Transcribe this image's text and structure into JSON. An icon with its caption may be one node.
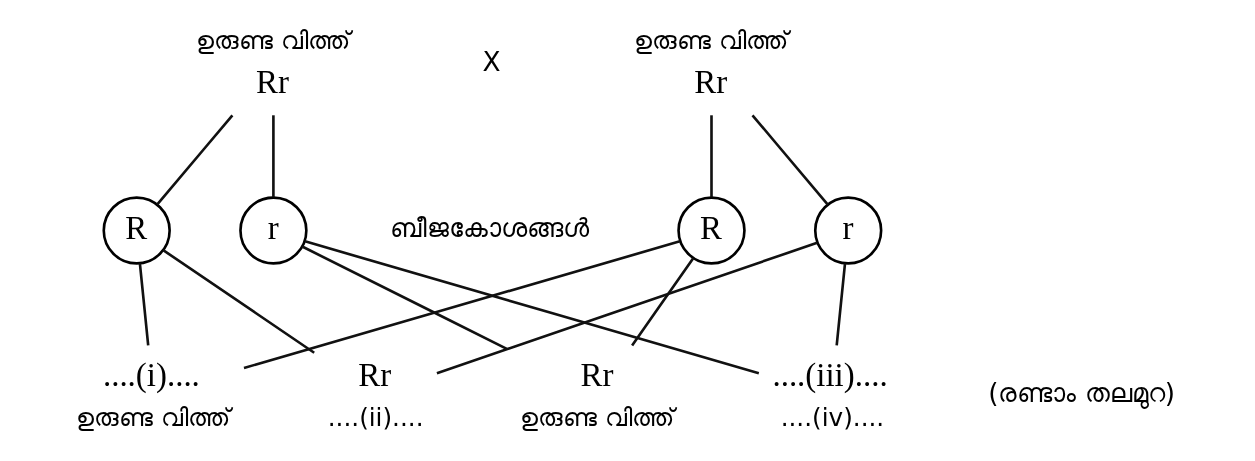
{
  "diagram": {
    "nodes": [
      {
        "text": [
          "Rr"
        ],
        "beside": [
          "ഉരുണ്ട വിത്ത്"
        ]
      },
      {
        "text": [
          "Rr"
        ],
        "beside": [
          "ഉരുണ്ട വിത്ത്"
        ]
      },
      {
        "text": [
          "R"
        ]
      },
      {
        "text": [
          "r"
        ]
      },
      {
        "text": [
          "R"
        ]
      },
      {
        "text": [
          "r"
        ]
      },
      {
        "text": [
          "....(i)...."
        ],
        "beside": [
          "ഉരുണ്ട വിത്ത്"
        ]
      },
      {
        "text": [
          "Rr"
        ],
        "beside": [
          "....(ii)...."
        ]
      },
      {
        "text": [
          "Rr"
        ],
        "beside": [
          "ഉരുണ്ട വിത്ത്"
        ]
      },
      {
        "text": [
          "....(iii)...."
        ],
        "beside": [
          "....(iv)...."
        ]
      }
    ],
    "edges": [
      {
        "from": 0,
        "to": 2,
        "arrow": "none"
      },
      {
        "from": 0,
        "to": 3,
        "arrow": "none"
      },
      {
        "from": 1,
        "to": 4,
        "arrow": "none"
      },
      {
        "from": 1,
        "to": 5,
        "arrow": "none"
      },
      {
        "from": 2,
        "to": 6,
        "arrow": "none"
      },
      {
        "from": 4,
        "to": 6,
        "arrow": "none"
      },
      {
        "from": 2,
        "to": 7,
        "arrow": "none"
      },
      {
        "from": 5,
        "to": 7,
        "arrow": "none"
      },
      {
        "from": 3,
        "to": 8,
        "arrow": "none"
      },
      {
        "from": 4,
        "to": 8,
        "arrow": "none"
      },
      {
        "from": 3,
        "to": 9,
        "arrow": "none"
      },
      {
        "from": 5,
        "to": 9,
        "arrow": "none"
      }
    ],
    "labels": [
      "X",
      "ബീജകോശങ്ങൾ",
      "(രണ്ടാം തലമുറ)"
    ]
  }
}
